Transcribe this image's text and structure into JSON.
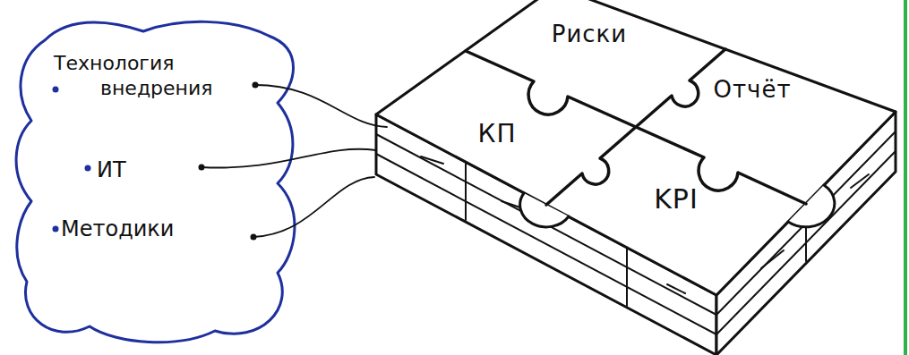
{
  "diagram": {
    "nodes": [
      {
        "text": [
          "Технология внедрения",
          "ИТ",
          "Методики"
        ]
      },
      {
        "text": [
          "Риски"
        ]
      },
      {
        "text": [
          "КП"
        ]
      },
      {
        "text": [
          "Отчёт"
        ]
      },
      {
        "text": [
          "KPI"
        ]
      }
    ],
    "edges": [
      {
        "from": 0,
        "to": 2,
        "arrow": "none"
      },
      {
        "from": 0,
        "to": 2,
        "arrow": "none"
      },
      {
        "from": 0,
        "to": 2,
        "arrow": "none"
      }
    ]
  }
}
